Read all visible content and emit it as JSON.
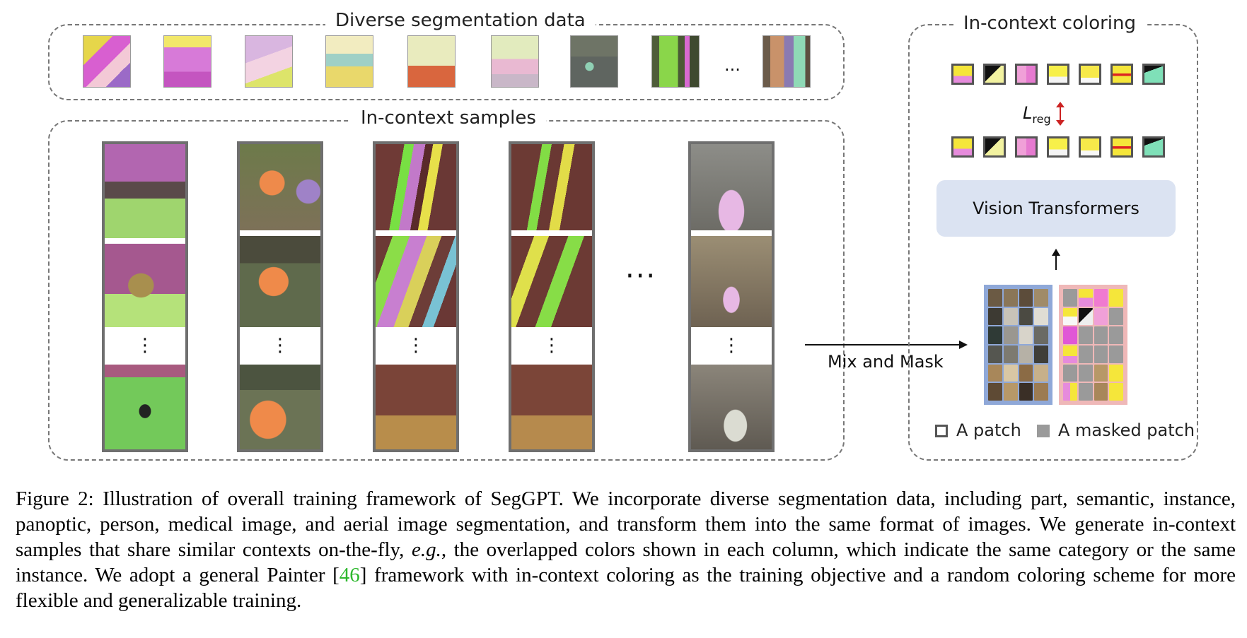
{
  "top_box": {
    "title": "Diverse segmentation data",
    "ellipsis": "..."
  },
  "samples_box": {
    "title": "In-context samples",
    "ellipsis": "···",
    "column_ellipsis": "⋮"
  },
  "coloring_box": {
    "title": "In-context coloring"
  },
  "loss": {
    "symbol": "L",
    "subscript": "reg"
  },
  "vit_label": "Vision Transformers",
  "mix_label": "Mix and Mask",
  "legend": {
    "patch": "A patch",
    "masked": "A masked patch"
  },
  "caption": {
    "text_before_ref": "Figure 2: Illustration of overall training framework of SegGPT. We incorporate diverse segmentation data, including part, semantic, instance, panoptic, person, medical image, and aerial image segmentation, and transform them into the same format of images. We generate in-context samples that share similar contexts on-the-fly, ",
    "eg": "e.g.",
    "text_mid": ", the overlapped colors shown in each column, which indicate the same category or the same instance. We adopt a general Painter [",
    "ref": "46",
    "text_after_ref": "] framework with in-context coloring as the training objective and a random coloring scheme for more flexible and generalizable training."
  },
  "colors": {
    "vit_fill": "#dbe3f2",
    "left_grid_border": "#8fa8d8",
    "right_grid_border": "#efb8b8",
    "ref_link": "#2db82d",
    "loss_arrow": "#cc2222"
  }
}
